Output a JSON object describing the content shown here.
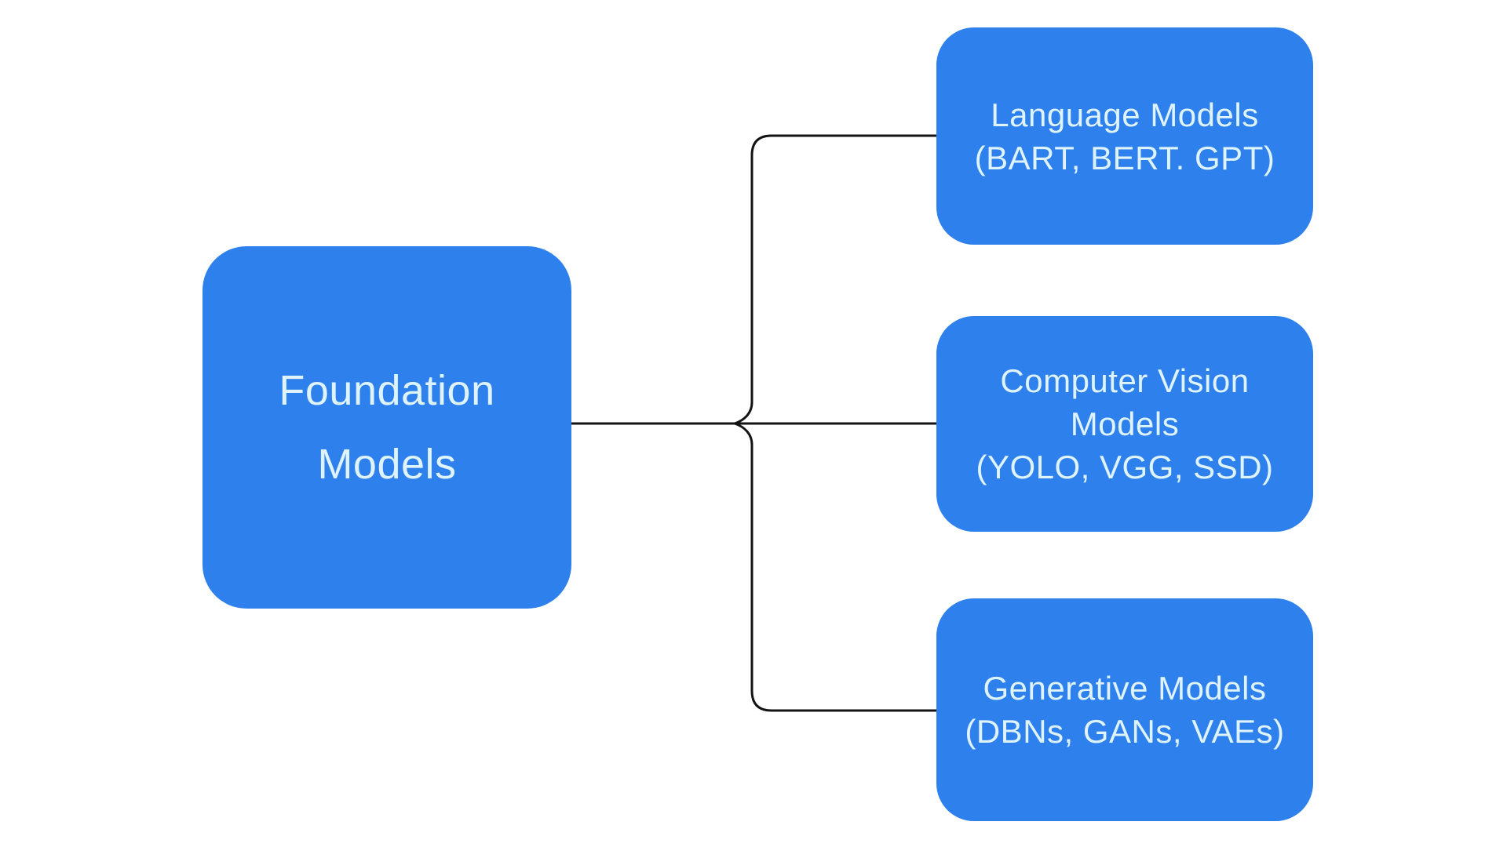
{
  "canvas": {
    "background": "#ffffff",
    "node_fill": "#2E80EC",
    "node_text_color": "#DFF3FD",
    "connector_color": "#141414"
  },
  "diagram": {
    "type": "tree",
    "direction": "left-to-right",
    "root": {
      "title": "Foundation Models"
    },
    "children": [
      {
        "title": "Language Models",
        "examples": "(BART, BERT. GPT)"
      },
      {
        "title": "Computer Vision Models",
        "examples": "(YOLO, VGG, SSD)"
      },
      {
        "title": "Generative Models",
        "examples": "(DBNs, GANs, VAEs)"
      }
    ]
  }
}
